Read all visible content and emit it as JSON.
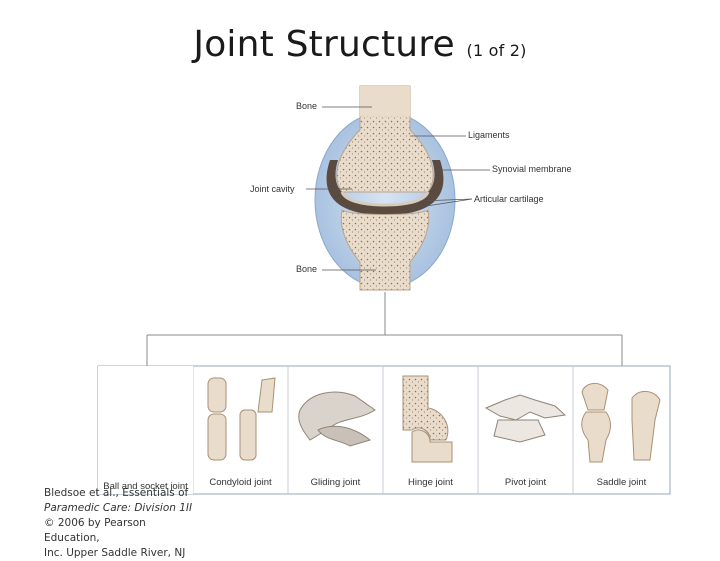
{
  "slide": {
    "title": "Joint Structure",
    "title_suffix": "(1 of 2)"
  },
  "labels": {
    "bone_top": "Bone",
    "ligaments": "Ligaments",
    "synovial_membrane": "Synovial membrane",
    "joint_cavity": "Joint cavity",
    "articular_cartilage": "Articular cartilage",
    "bone_bottom": "Bone"
  },
  "joint_types": [
    {
      "label": "Ball and socket joint"
    },
    {
      "label": "Condyloid joint"
    },
    {
      "label": "Gliding joint"
    },
    {
      "label": "Hinge joint"
    },
    {
      "label": "Pivot joint"
    },
    {
      "label": "Saddle joint"
    }
  ],
  "credit": {
    "line1": "Bledsoe et al., Essentials of",
    "line2": "Paramedic Care: Division 1II",
    "line3": "© 2006 by Pearson Education,",
    "line4": "Inc. Upper Saddle River, NJ"
  },
  "colors": {
    "bone": "#e9dccb",
    "bone_dots": "#8a6f5a",
    "capsule": "#a9c4e4",
    "cavity": "#5a4a40",
    "border": "#6b8fb5"
  }
}
